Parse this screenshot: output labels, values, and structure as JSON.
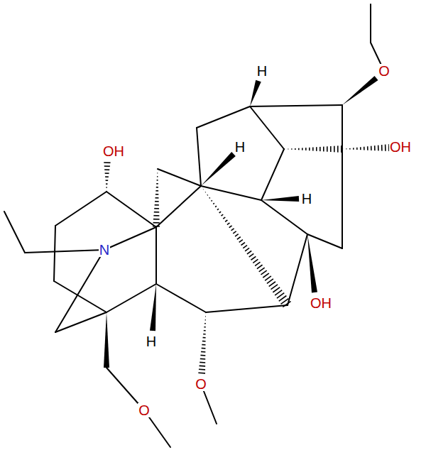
{
  "diagram": {
    "labels": [
      "H",
      "O",
      "H",
      "OH",
      "OH",
      "H",
      "N",
      "OH",
      "H",
      "O",
      "O"
    ]
  }
}
